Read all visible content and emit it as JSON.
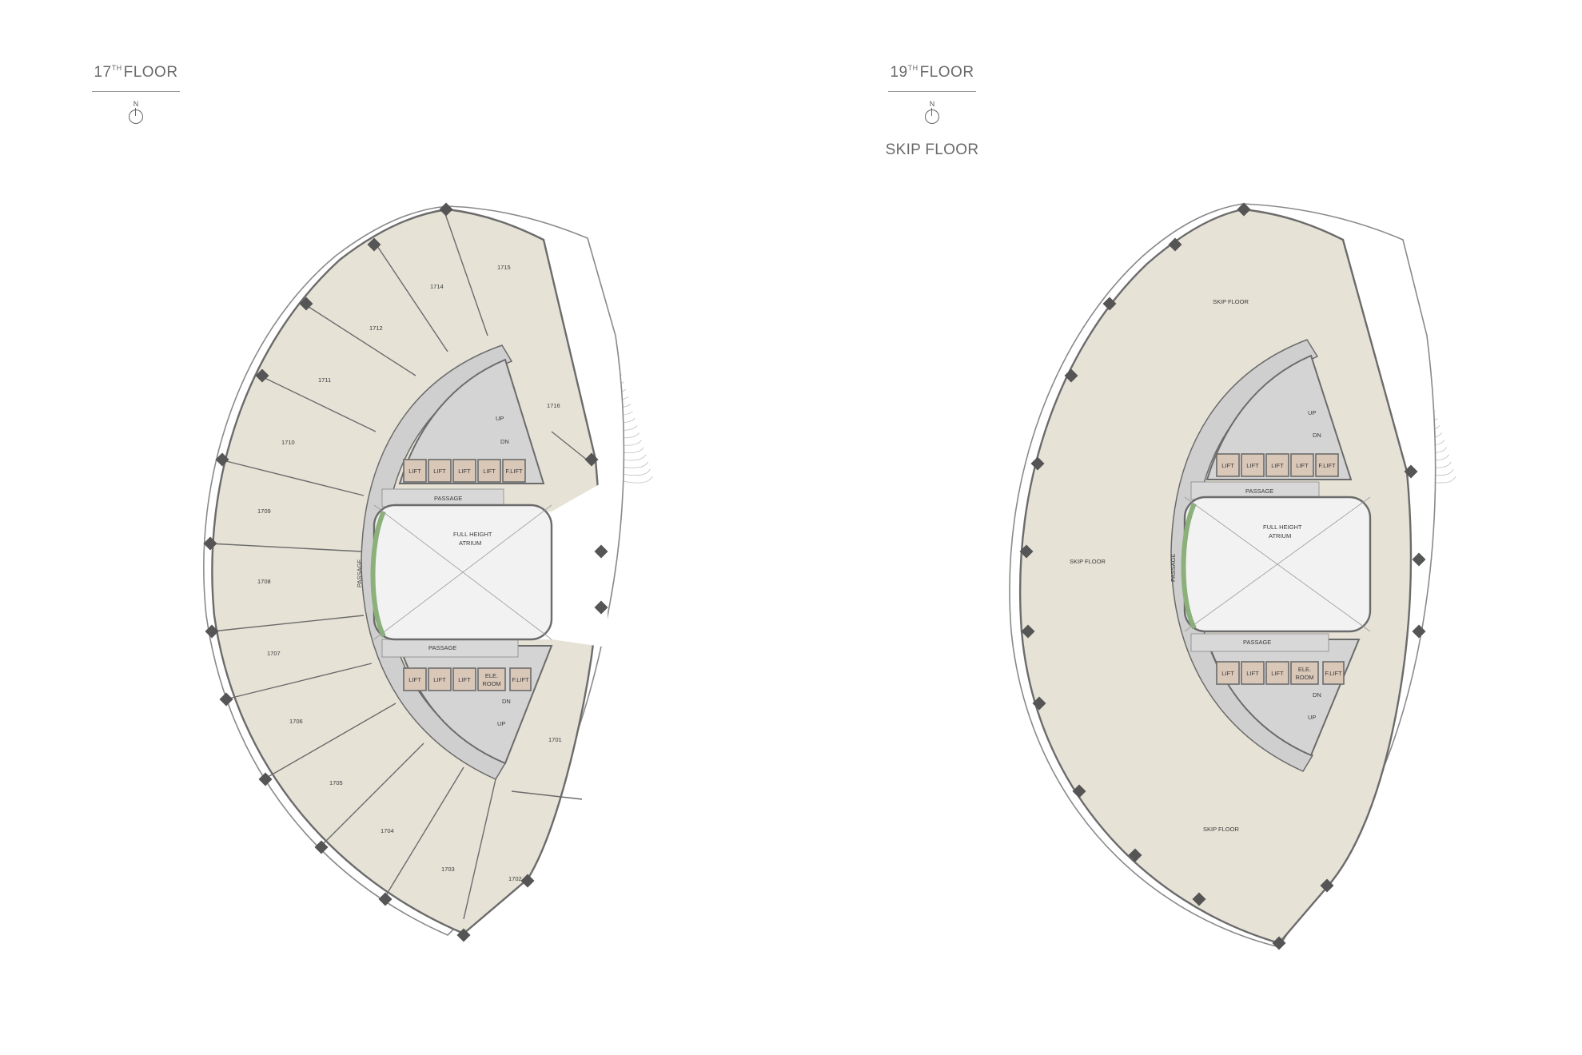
{
  "plans": [
    {
      "title_number": "17",
      "title_suffix": "TH",
      "title_word": "FLOOR",
      "north": "N",
      "units": [
        "1701",
        "1702",
        "1703",
        "1704",
        "1705",
        "1706",
        "1707",
        "1708",
        "1709",
        "1710",
        "1711",
        "1712",
        "1714",
        "1715",
        "1716"
      ],
      "lift_labels": [
        "LIFT",
        "LIFT",
        "LIFT",
        "LIFT",
        "F.LIFT"
      ],
      "lift_labels_lower": [
        "LIFT",
        "LIFT",
        "LIFT",
        "F.LIFT"
      ],
      "ele_room": [
        "ELE.",
        "ROOM"
      ],
      "passage": "PASSAGE",
      "atrium": [
        "FULL HEIGHT",
        "ATRIUM"
      ],
      "up": "UP",
      "dn": "DN"
    },
    {
      "title_number": "19",
      "title_suffix": "TH",
      "title_word": "FLOOR",
      "north": "N",
      "subtitle": "SKIP FLOOR",
      "zones": [
        "SKIP FLOOR",
        "SKIP FLOOR",
        "SKIP FLOOR"
      ],
      "lift_labels": [
        "LIFT",
        "LIFT",
        "LIFT",
        "LIFT",
        "F.LIFT"
      ],
      "lift_labels_lower": [
        "LIFT",
        "LIFT",
        "LIFT",
        "F.LIFT"
      ],
      "ele_room": [
        "ELE.",
        "ROOM"
      ],
      "passage": "PASSAGE",
      "atrium": [
        "FULL HEIGHT",
        "ATRIUM"
      ],
      "up": "UP",
      "dn": "DN"
    }
  ],
  "colors": {
    "floor": "#e6e2d6",
    "core": "#c9c9c9",
    "lift": "#d9c7b8",
    "wall": "#6b6b6b",
    "green_edge": "#8bb07a"
  }
}
